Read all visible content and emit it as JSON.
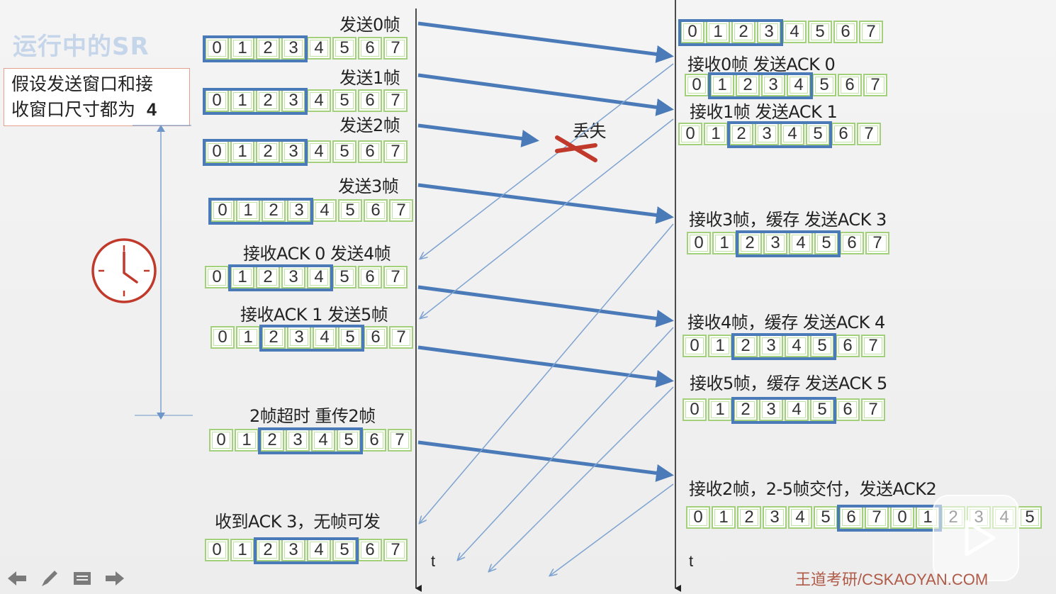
{
  "title": "运行中的SR",
  "assumption": {
    "line1": "假设发送窗口和接",
    "line2": "收窗口尺寸都为",
    "value": "4"
  },
  "cells": [
    "0",
    "1",
    "2",
    "3",
    "4",
    "5",
    "6",
    "7"
  ],
  "sender_labels": [
    "发送0帧",
    "发送1帧",
    "发送2帧",
    "发送3帧",
    "接收ACK 0  发送4帧",
    "接收ACK 1   发送5帧",
    "2帧超时   重传2帧",
    "收到ACK 3，无帧可发"
  ],
  "receiver_labels": [
    "接收0帧 发送ACK 0",
    "接收1帧 发送ACK 1",
    "接收3帧，缓存  发送ACK 3",
    "接收4帧，缓存  发送ACK 4",
    "接收5帧，缓存  发送ACK 5",
    "接收2帧，2-5帧交付，发送ACK2"
  ],
  "loss_label": "丢失",
  "receiver_extended_cells": [
    "0",
    "1",
    "2",
    "3",
    "4",
    "5",
    "6",
    "7",
    "0",
    "1",
    "2",
    "3",
    "4",
    "5"
  ],
  "axis_label": "t",
  "watermark": "王道考研/CSKAOYAN.COM",
  "icons": [
    "clock-icon",
    "lost-x-icon",
    "prev-arrow-icon",
    "pen-icon",
    "menu-icon",
    "next-arrow-icon",
    "play-icon"
  ],
  "colors": {
    "window_border": "#4a7ab8",
    "cell_border": "#a2d07b",
    "arrow_thick": "#4a7ab8",
    "arrow_thin": "#7ea3d0",
    "loss_x": "#c0392b",
    "clock": "#c0392b",
    "box_border": "#e3a08e"
  },
  "sender_windows": [
    [
      0,
      3
    ],
    [
      0,
      3
    ],
    [
      0,
      3
    ],
    [
      0,
      3
    ],
    [
      1,
      4
    ],
    [
      2,
      5
    ],
    [
      2,
      5
    ],
    [
      2,
      5
    ]
  ],
  "receiver_windows": [
    [
      0,
      3
    ],
    [
      1,
      4
    ],
    [
      2,
      5
    ],
    [
      2,
      5
    ],
    [
      2,
      5
    ],
    [
      2,
      5
    ],
    [
      6,
      9
    ]
  ]
}
